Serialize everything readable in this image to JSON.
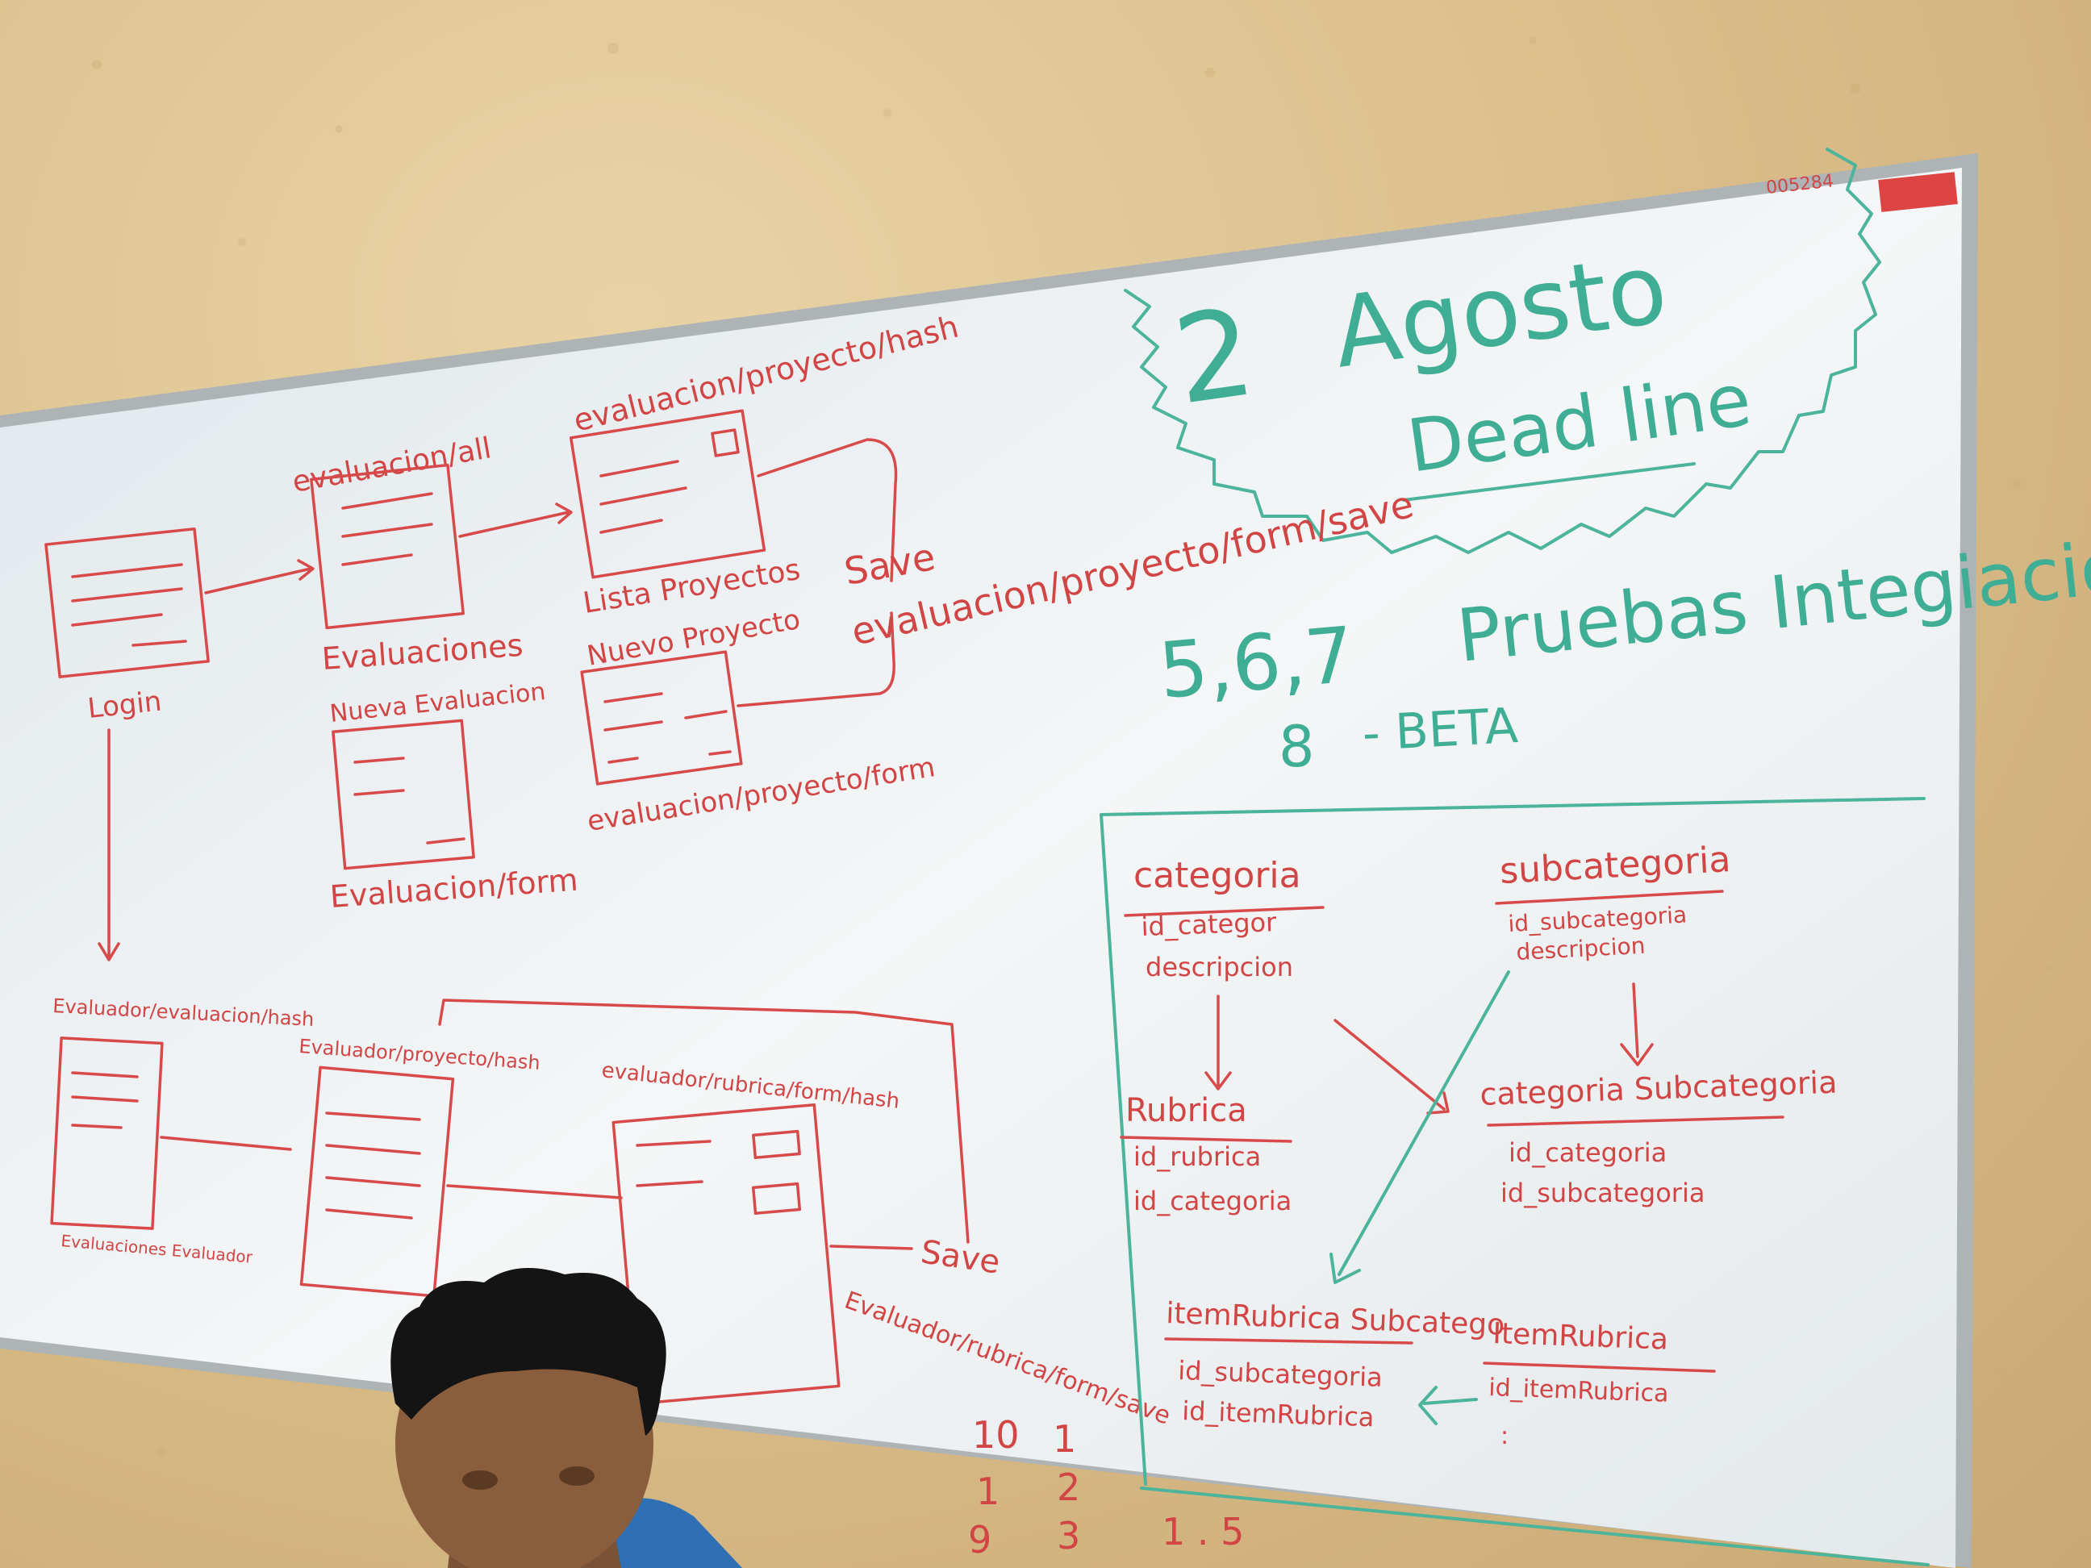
{
  "whiteboard": {
    "deadline": {
      "day": "2",
      "month": "Agosto",
      "label": "Dead line"
    },
    "pruebas": {
      "days": "5,6,7",
      "title": "Pruebas Integiacion",
      "beta_day": "8",
      "beta": "- BETA"
    },
    "serial": "005284",
    "flow_top": {
      "login_label": "Login",
      "route_all": "evaluacion/all",
      "evaluaciones": "Evaluaciones",
      "nueva_evaluacion": "Nueva Evaluacion",
      "evaluacion_form": "Evaluacion/form",
      "route_proyecto_hash": "evaluacion/proyecto/hash",
      "lista_proyectos": "Lista Proyectos",
      "nuevo_proyecto": "Nuevo Proyecto",
      "route_proyecto_form": "evaluacion/proyecto/form",
      "save": "Save",
      "route_form_save": "evaluacion/proyecto/form/save"
    },
    "flow_bottom": {
      "route_evaluador": "Evaluador/evaluacion/hash",
      "route_evaluador_proyecto": "Evaluador/proyecto/hash",
      "route_evaluador_rubrica": "evaluador/rubrica/form/hash",
      "save": "Save",
      "route_evaluador_save": "Evaluador/rubrica/form/save",
      "small_note": "Evaluaciones Evaluador"
    },
    "schema": {
      "categoria": {
        "name": "categoria",
        "fields": [
          "id_categor",
          "descripcion"
        ]
      },
      "subcategoria": {
        "name": "subcategoria",
        "fields": [
          "id_subcategoria",
          "descripcion"
        ]
      },
      "rubrica": {
        "name": "Rubrica",
        "fields": [
          "id_rubrica",
          "id_categoria"
        ]
      },
      "categoria_subcategoria": {
        "name": "categoria Subcategoria",
        "fields": [
          "id_categoria",
          "id_subcategoria"
        ]
      },
      "item_rubrica_subcatego": {
        "name": "itemRubrica Subcatego",
        "fields": [
          "id_subcategoria",
          "id_itemRubrica"
        ]
      },
      "item_rubrica": {
        "name": "ItemRubrica",
        "fields": [
          "id_itemRubrica",
          ":"
        ]
      }
    },
    "numbers": [
      "10",
      "1",
      "9",
      "1",
      "2",
      "3",
      "1 . 5"
    ]
  },
  "colors": {
    "marker_red": "#d84a4a",
    "marker_teal": "#4bb49b",
    "board": "#eef1f3",
    "wall": "#dcc08d"
  }
}
